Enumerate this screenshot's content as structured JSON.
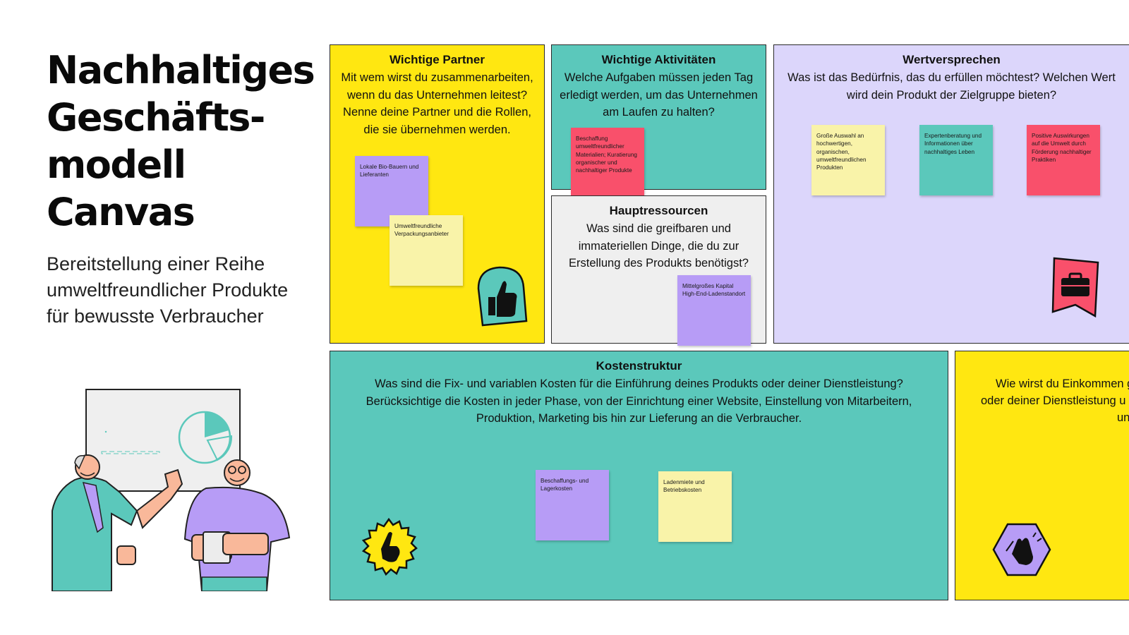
{
  "title_lines": [
    "Nachhaltiges",
    "Geschäfts-",
    "modell",
    "Canvas"
  ],
  "subtitle": "Bereitstellung einer Reihe umweltfreundlicher Produkte für bewusste Verbraucher",
  "colors": {
    "yellow": "#ffe711",
    "teal": "#5bc8bb",
    "grey": "#efefef",
    "lavender": "#dcd6fb",
    "note_purple": "#b79cf6",
    "note_cream": "#f9f3a9",
    "note_red": "#f9506b"
  },
  "sections": {
    "partner": {
      "title": "Wichtige Partner",
      "text": "Mit wem wirst du zusammenarbeiten, wenn du das Unternehmen leitest? Nenne deine Partner und die Rollen, die sie übernehmen werden.",
      "notes": [
        "Lokale Bio-Bauern und Lieferanten",
        "Umweltfreundliche Verpackungsanbieter"
      ],
      "icon": "thumbs-up-icon"
    },
    "activities": {
      "title": "Wichtige Aktivitäten",
      "text": "Welche Aufgaben müssen jeden Tag erledigt werden, um das Unternehmen am Laufen zu halten?",
      "notes": [
        "Beschaffung umweltfreundlicher Materialien; Kuratierung organischer und nachhaltiger Produkte"
      ]
    },
    "resources": {
      "title": "Hauptressourcen",
      "text": "Was sind die greifbaren und immateriellen Dinge, die du zur Erstellung des Produkts benötigst?",
      "notes": [
        "Mittelgroßes Kapital High-End-Ladenstandort"
      ]
    },
    "value": {
      "title": "Wertversprechen",
      "text": "Was ist das Bedürfnis, das du erfüllen möchtest? Welchen Wert wird dein Produkt der Zielgruppe bieten?",
      "notes": [
        "Große Auswahl an hochwertigen, organischen, umweltfreundlichen Produkten",
        "Expertenberatung und Informationen über nachhaltiges Leben",
        "Positive Auswirkungen auf die Umwelt durch Förderung nachhaltiger Praktiken"
      ],
      "icon": "briefcase-icon"
    },
    "costs": {
      "title": "Kostenstruktur",
      "text": "Was sind die Fix- und variablen Kosten für die Einführung deines Produkts oder deiner Dienstleistung? Berücksichtige die Kosten in jeder Phase, von der Einrichtung einer Website, Einstellung von Mitarbeitern, Produktion, Marketing bis hin zur Lieferung an die Verbraucher.",
      "notes": [
        "Beschaffungs- und Lagerkosten",
        "Ladenmiete und Betriebskosten"
      ],
      "icon": "pointing-hand-icon"
    },
    "revenue": {
      "lines": [
        "Wie wirst du Einkommen g",
        "oder deiner Dienstleistung u",
        "un"
      ],
      "icon": "clapping-hands-icon"
    }
  }
}
